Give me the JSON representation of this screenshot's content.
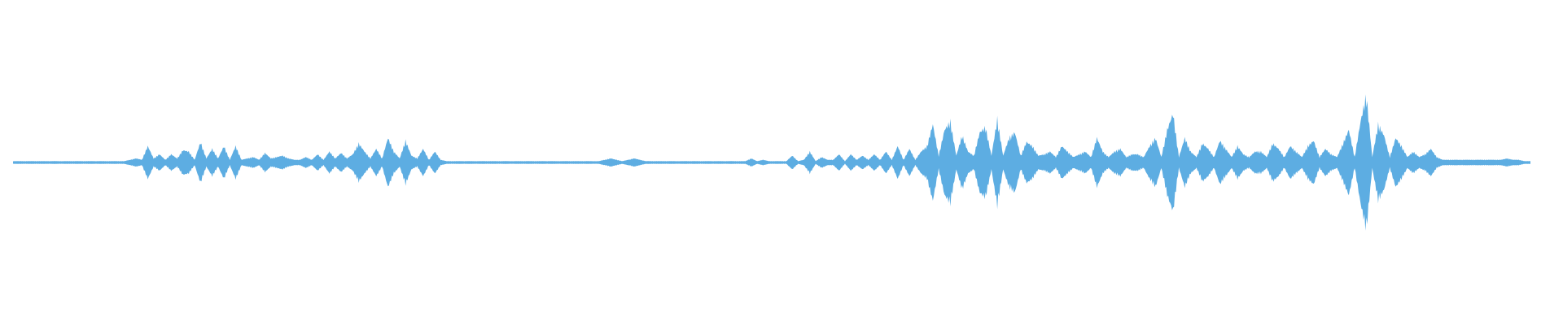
{
  "waveform": {
    "color": "#5DADE2",
    "amplitude_envelope": [
      0.01,
      0.01,
      0.01,
      0.01,
      0.01,
      0.01,
      0.01,
      0.01,
      0.01,
      0.01,
      0.01,
      0.01,
      0.01,
      0.01,
      0.01,
      0.01,
      0.01,
      0.01,
      0.01,
      0.01,
      0.02,
      0.03,
      0.02,
      0.12,
      0.03,
      0.06,
      0.02,
      0.06,
      0.03,
      0.09,
      0.08,
      0.02,
      0.15,
      0.03,
      0.1,
      0.03,
      0.12,
      0.02,
      0.12,
      0.02,
      0.03,
      0.04,
      0.02,
      0.07,
      0.03,
      0.04,
      0.05,
      0.03,
      0.02,
      0.02,
      0.04,
      0.02,
      0.06,
      0.02,
      0.08,
      0.03,
      0.07,
      0.03,
      0.06,
      0.14,
      0.08,
      0.03,
      0.1,
      0.03,
      0.18,
      0.08,
      0.03,
      0.16,
      0.05,
      0.03,
      0.1,
      0.02,
      0.08,
      0.02,
      0.01,
      0.01,
      0.01,
      0.01,
      0.01,
      0.01,
      0.01,
      0.01,
      0.01,
      0.01,
      0.01,
      0.01,
      0.01,
      0.01,
      0.01,
      0.01,
      0.01,
      0.01,
      0.01,
      0.01,
      0.01,
      0.01,
      0.01,
      0.01,
      0.01,
      0.01,
      0.01,
      0.02,
      0.03,
      0.02,
      0.01,
      0.02,
      0.03,
      0.02,
      0.01,
      0.01,
      0.01,
      0.01,
      0.01,
      0.01,
      0.01,
      0.01,
      0.01,
      0.01,
      0.01,
      0.01,
      0.01,
      0.01,
      0.01,
      0.01,
      0.01,
      0.01,
      0.03,
      0.01,
      0.02,
      0.01,
      0.01,
      0.01,
      0.01,
      0.05,
      0.01,
      0.02,
      0.08,
      0.01,
      0.04,
      0.02,
      0.02,
      0.06,
      0.01,
      0.06,
      0.02,
      0.05,
      0.02,
      0.06,
      0.02,
      0.08,
      0.02,
      0.12,
      0.02,
      0.1,
      0.02,
      0.08,
      0.12,
      0.28,
      0.05,
      0.24,
      0.3,
      0.05,
      0.2,
      0.08,
      0.05,
      0.22,
      0.26,
      0.05,
      0.32,
      0.05,
      0.18,
      0.22,
      0.05,
      0.15,
      0.12,
      0.05,
      0.06,
      0.08,
      0.04,
      0.12,
      0.08,
      0.04,
      0.06,
      0.08,
      0.04,
      0.18,
      0.08,
      0.04,
      0.08,
      0.1,
      0.04,
      0.06,
      0.06,
      0.04,
      0.12,
      0.18,
      0.04,
      0.24,
      0.36,
      0.04,
      0.18,
      0.08,
      0.04,
      0.14,
      0.1,
      0.04,
      0.16,
      0.1,
      0.04,
      0.12,
      0.06,
      0.04,
      0.08,
      0.08,
      0.04,
      0.14,
      0.1,
      0.04,
      0.12,
      0.08,
      0.04,
      0.12,
      0.16,
      0.04,
      0.1,
      0.06,
      0.04,
      0.14,
      0.24,
      0.04,
      0.3,
      0.5,
      0.04,
      0.28,
      0.2,
      0.04,
      0.18,
      0.12,
      0.04,
      0.08,
      0.04,
      0.06,
      0.1,
      0.04,
      0.02,
      0.02,
      0.02,
      0.02,
      0.02,
      0.02,
      0.02,
      0.02,
      0.02,
      0.02,
      0.02,
      0.03,
      0.02,
      0.02,
      0.01,
      0.01
    ]
  }
}
